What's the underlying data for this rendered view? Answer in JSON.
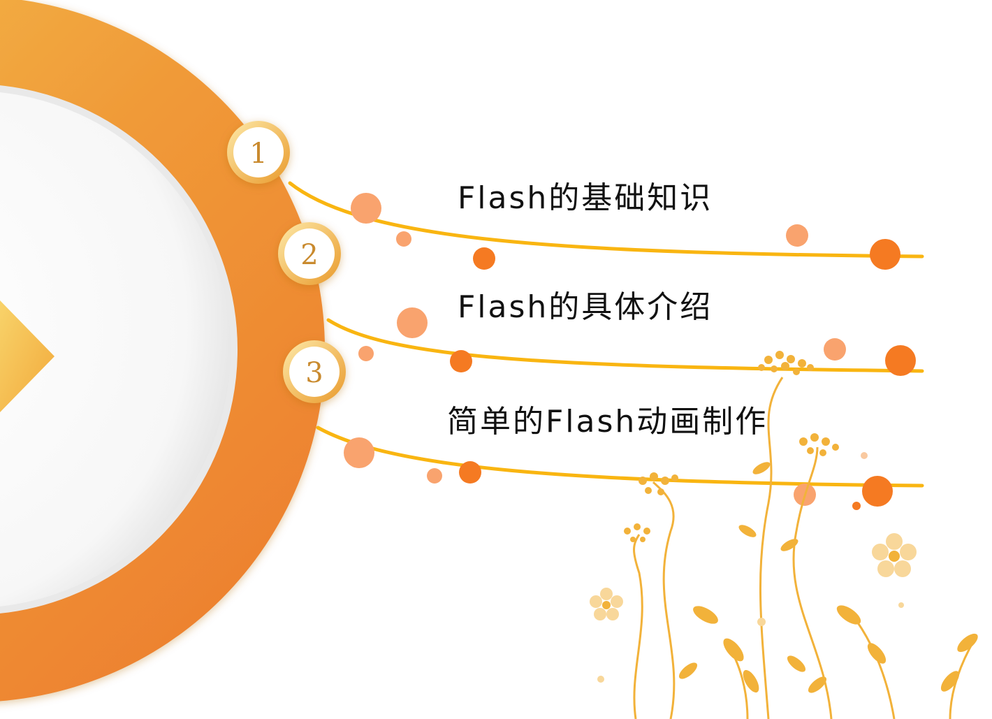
{
  "items": [
    {
      "number": "1",
      "label": "Flash的基础知识"
    },
    {
      "number": "2",
      "label": "Flash的具体介绍"
    },
    {
      "number": "3",
      "label": "简单的Flash动画制作"
    }
  ],
  "colors": {
    "ring_light": "#f2b94a",
    "ring_dark": "#ee7f2e",
    "line": "#f9b511",
    "dot": "#f57a22",
    "dot_light": "#f9a36e",
    "flower": "#f2b23a"
  }
}
